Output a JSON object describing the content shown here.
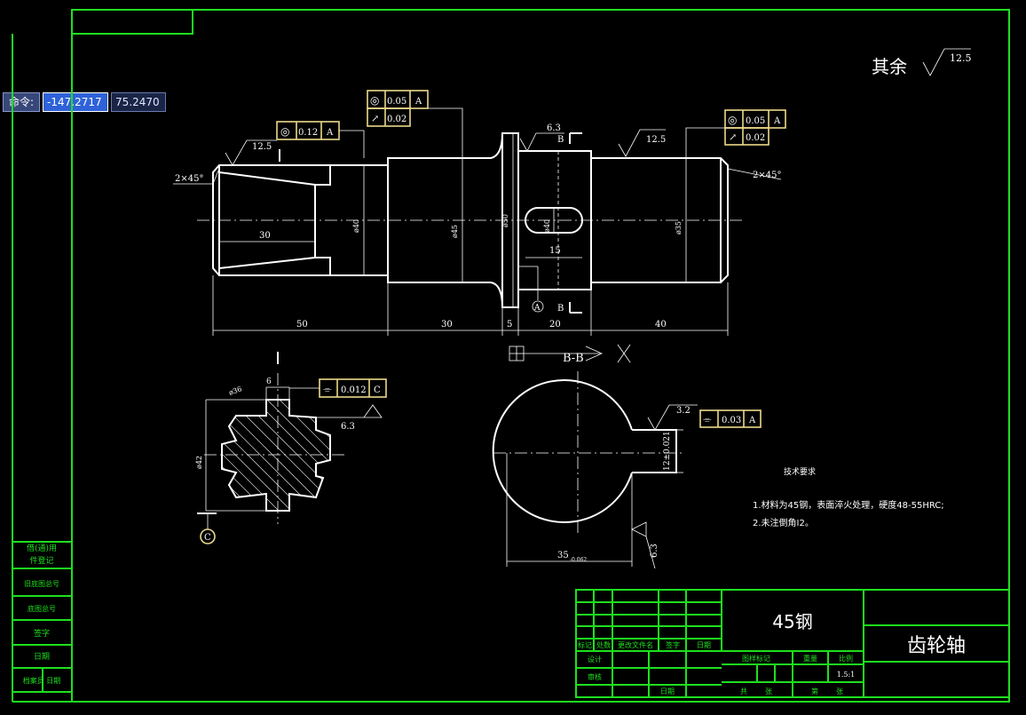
{
  "command_bar": {
    "label": "命令:",
    "x_value": "-147.2717",
    "y_value": "75.2470"
  },
  "roughness_general": {
    "label": "其余",
    "value": "12.5"
  },
  "main_view": {
    "roughness_left": "12.5",
    "roughness_flange": "6.3",
    "roughness_right": "12.5",
    "chamfer_left": "2×45°",
    "chamfer_right": "2×45°",
    "gtol_left": {
      "symbol": "◎",
      "value": "0.12",
      "datum": "A"
    },
    "gtol_mid_1": {
      "symbol": "◎",
      "value": "0.05",
      "datum": "A"
    },
    "gtol_mid_2": {
      "symbol": "↗",
      "value": "0.02"
    },
    "gtol_right_1": {
      "symbol": "◎",
      "value": "0.05",
      "datum": "A"
    },
    "gtol_right_2": {
      "symbol": "↗",
      "value": "0.02"
    },
    "dim_spline_len": "30",
    "dim_d_left": "ø40",
    "dim_d_mid": "ø45",
    "dim_d_flange": "ø50",
    "dim_d_keyseat": "ø40",
    "dim_d_right": "ø35",
    "dim_keyway_len": "15",
    "dim_50": "50",
    "dim_30": "30",
    "dim_5": "5",
    "dim_20": "20",
    "dim_40": "40",
    "section_mark_b_top": "B",
    "section_mark_b_bottom": "B",
    "datum_a": "A",
    "section_label": "B-B"
  },
  "spline_view": {
    "dim_width": "6",
    "dim_d_major": "ø42",
    "dim_d_minor": "ø36",
    "gtol": {
      "symbol": "⌯",
      "value": "0.012",
      "datum": "C"
    },
    "roughness": "6.3",
    "datum_c": "C"
  },
  "section_view": {
    "roughness_key": "3.2",
    "roughness_side": "6.3",
    "gtol": {
      "symbol": "⌯",
      "value": "0.03",
      "datum": "A"
    },
    "dim_key_width": "12±0.021",
    "dim_depth": "35",
    "dim_depth_tol": "-0.062"
  },
  "technical_requirements": {
    "title": "技术要求",
    "items": [
      "1.材料为45钢，表面淬火处理，硬度48-55HRC;",
      "2.未注倒角I2。"
    ]
  },
  "left_sidebar": {
    "rows": [
      "借(通)用",
      "件登记",
      "旧底图总号",
      "底图总号",
      "签字",
      "日期",
      "档案员 日期"
    ]
  },
  "title_block": {
    "material": "45钢",
    "part_name": "齿轮轴",
    "header_cells": [
      "标记",
      "处数",
      "更改文件名",
      "签字",
      "日期"
    ],
    "row_labels": [
      "设计",
      "审核"
    ],
    "stage_labels": [
      "图样标记",
      "重量",
      "比例"
    ],
    "scale": "1.5:1",
    "footer_labels": [
      "日期",
      "共",
      "张",
      "第",
      "张"
    ]
  },
  "colors": {
    "frame": "#1ee01e",
    "gtol_frame": "#ecd98a",
    "geometry": "#ffffff",
    "background": "#000000"
  }
}
